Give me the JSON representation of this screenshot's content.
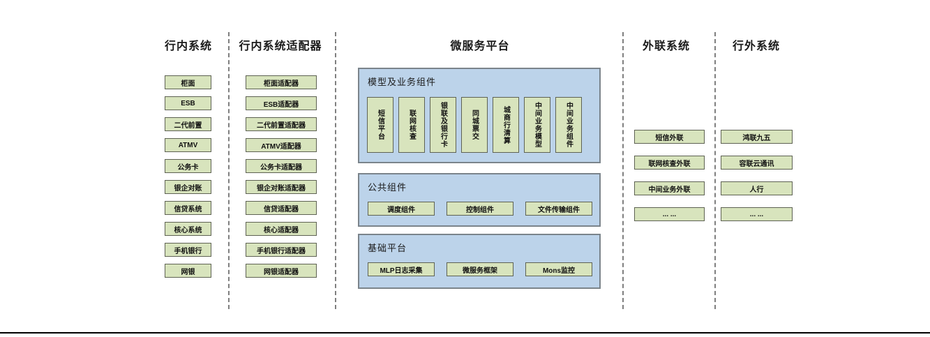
{
  "diagram": {
    "columns": {
      "internal": {
        "title": "行内系统",
        "items": [
          "柜面",
          "ESB",
          "二代前置",
          "ATMV",
          "公务卡",
          "银企对账",
          "信贷系统",
          "核心系统",
          "手机银行",
          "网银"
        ]
      },
      "adapters": {
        "title": "行内系统适配器",
        "items": [
          "柜面适配器",
          "ESB适配器",
          "二代前置适配器",
          "ATMV适配器",
          "公务卡适配器",
          "银企对账适配器",
          "信贷适配器",
          "核心适配器",
          "手机银行适配器",
          "网银适配器"
        ]
      },
      "platform": {
        "title": "微服务平台",
        "sections": [
          {
            "label": "模型及业务组件",
            "items": [
              "短信平台",
              "联网核查",
              "银联及银行卡",
              "同城票交",
              "城商行清算",
              "中间业务模型",
              "中间业务组件"
            ]
          },
          {
            "label": "公共组件",
            "items": [
              "调度组件",
              "控制组件",
              "文件传输组件"
            ]
          },
          {
            "label": "基础平台",
            "items": [
              "MLP日志采集",
              "微服务框架",
              "Mons监控"
            ]
          }
        ]
      },
      "external": {
        "title": "外联系统",
        "items": [
          "短信外联",
          "联网核查外联",
          "中间业务外联",
          "... ..."
        ]
      },
      "outside": {
        "title": "行外系统",
        "items": [
          "鸿联九五",
          "容联云通讯",
          "人行",
          "... ..."
        ]
      }
    },
    "colors": {
      "node_fill": "#d8e4bd",
      "node_border": "#5e6253",
      "panel_fill": "#bcd3ea",
      "panel_border": "#7b848b",
      "divider": "#7f7f7f",
      "bottom_rule": "#000000"
    }
  }
}
